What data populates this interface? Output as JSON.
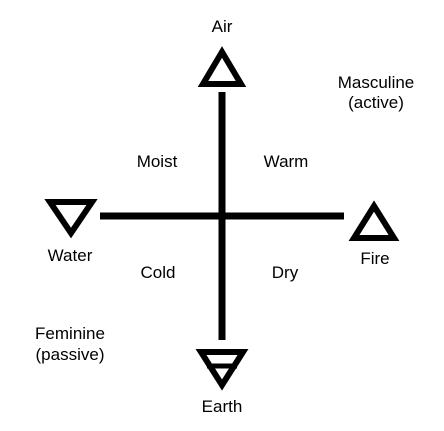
{
  "elements": {
    "air": {
      "label": "Air",
      "symbol": "upward-triangle"
    },
    "fire": {
      "label": "Fire",
      "symbol": "upward-triangle"
    },
    "water": {
      "label": "Water",
      "symbol": "downward-triangle"
    },
    "earth": {
      "label": "Earth",
      "symbol": "downward-triangle"
    }
  },
  "qualities": {
    "moist": "Moist",
    "warm": "Warm",
    "cold": "Cold",
    "dry": "Dry"
  },
  "polarities": {
    "masculine": {
      "line1": "Masculine",
      "line2": "(active)"
    },
    "feminine": {
      "line1": "Feminine",
      "line2": "(passive)"
    }
  },
  "colors": {
    "ink": "#000000",
    "background": "#ffffff"
  }
}
